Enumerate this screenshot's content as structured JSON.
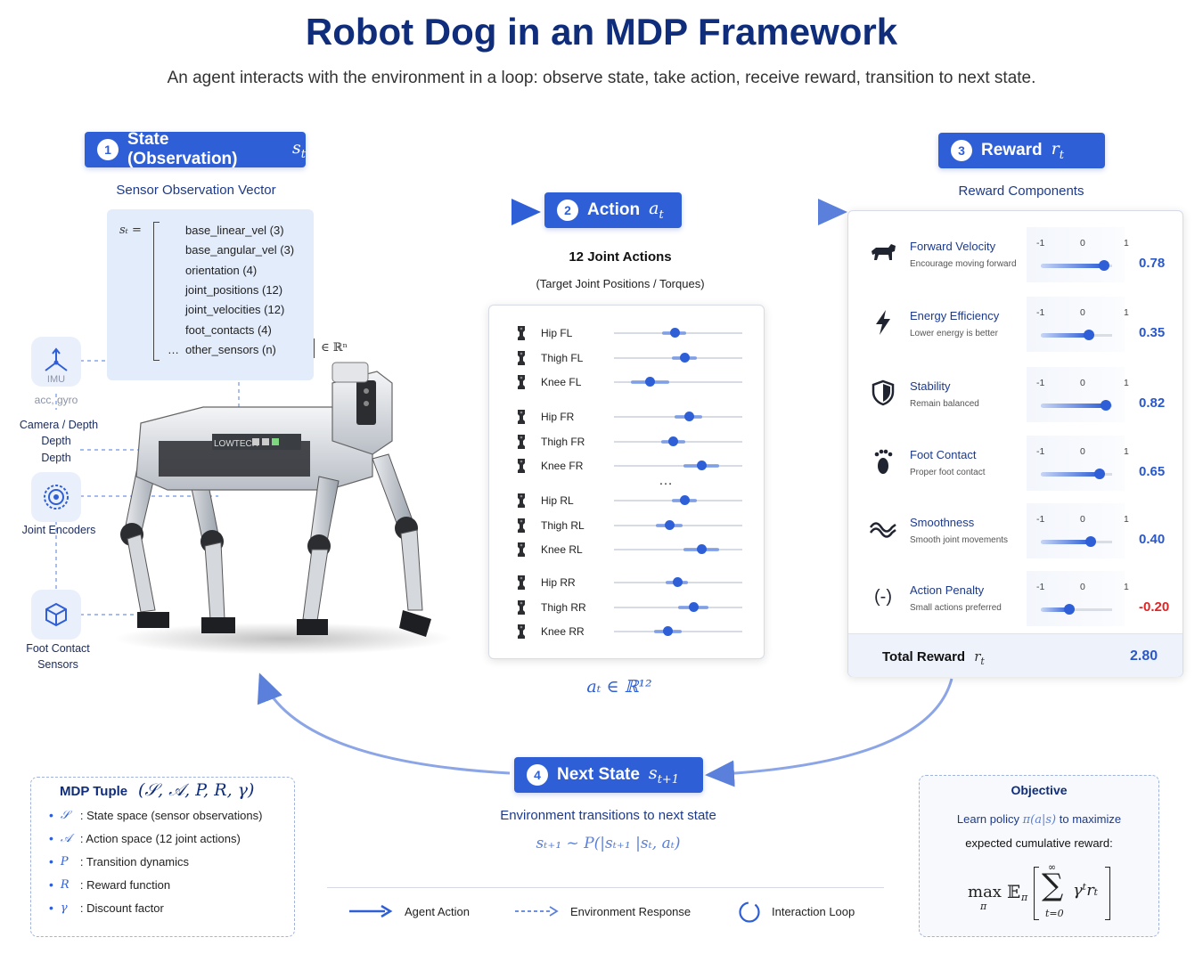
{
  "title": "Robot Dog in an MDP Framework",
  "subtitle": "An agent interacts with the environment in a loop: observe state, take action, receive reward, transition to next state.",
  "state": {
    "badge_num": "1",
    "badge_label": "State (Observation)",
    "badge_sym": "s",
    "badge_sub": "t",
    "section_label": "Sensor Observation Vector",
    "lhs": "sₜ =",
    "items": [
      "base_linear_vel (3)",
      "base_angular_vel (3)",
      "orientation (4)",
      "joint_positions (12)",
      "joint_velocities (12)",
      "foot_contacts (4)",
      "other_sensors (n)"
    ],
    "dots": "…",
    "space": "∈ ℝⁿ"
  },
  "sensors": [
    {
      "label": "IMU",
      "sub": "acc, gyro",
      "icon": "imu-axes-icon"
    },
    {
      "label": "Camera / Depth",
      "sub": "Depth",
      "sub2": "Depth",
      "icon": "camera-icon"
    },
    {
      "label": "Joint Encoders",
      "icon": "encoder-gear-icon"
    },
    {
      "label": "Foot Contact",
      "label2": "Sensors",
      "icon": "foot-contact-cube-icon"
    }
  ],
  "action": {
    "badge_num": "2",
    "badge_label": "Action",
    "badge_sym": "a",
    "badge_sub": "t",
    "heading": "12 Joint Actions",
    "subheading": "(Target Joint Positions / Torques)",
    "ellipsis": "…",
    "space": "aₜ ∈ ℝ¹²",
    "joints": [
      {
        "name": "Hip FL",
        "value": 0.47,
        "group": 0
      },
      {
        "name": "Thigh FL",
        "value": 0.55,
        "group": 0
      },
      {
        "name": "Knee FL",
        "value": 0.28,
        "group": 0
      },
      {
        "name": "Hip FR",
        "value": 0.58,
        "group": 1
      },
      {
        "name": "Thigh FR",
        "value": 0.46,
        "group": 1
      },
      {
        "name": "Knee FR",
        "value": 0.68,
        "group": 1
      },
      {
        "name": "Hip RL",
        "value": 0.55,
        "group": 2
      },
      {
        "name": "Thigh RL",
        "value": 0.43,
        "group": 2
      },
      {
        "name": "Knee RL",
        "value": 0.68,
        "group": 2
      },
      {
        "name": "Hip RR",
        "value": 0.49,
        "group": 3
      },
      {
        "name": "Thigh RR",
        "value": 0.62,
        "group": 3
      },
      {
        "name": "Knee RR",
        "value": 0.42,
        "group": 3
      }
    ]
  },
  "reward": {
    "badge_num": "3",
    "badge_label": "Reward",
    "badge_sym": "r",
    "badge_sub": "t",
    "section_label": "Reward Components",
    "ticks": [
      "-1",
      "0",
      "1"
    ],
    "components": [
      {
        "name": "Forward Velocity",
        "desc": "Encourage moving forward",
        "value": 0.78,
        "value_text": "0.78",
        "icon": "dog-icon"
      },
      {
        "name": "Energy Efficiency",
        "desc": "Lower energy is better",
        "value": 0.35,
        "value_text": "0.35",
        "icon": "lightning-icon"
      },
      {
        "name": "Stability",
        "desc": "Remain balanced",
        "value": 0.82,
        "value_text": "0.82",
        "icon": "shield-icon"
      },
      {
        "name": "Foot Contact",
        "desc": "Proper foot contact",
        "value": 0.65,
        "value_text": "0.65",
        "icon": "footprint-icon"
      },
      {
        "name": "Smoothness",
        "desc": "Smooth joint movements",
        "value": 0.4,
        "value_text": "0.40",
        "icon": "wave-icon"
      },
      {
        "name": "Action Penalty",
        "desc": "Small actions preferred",
        "value": -0.2,
        "value_text": "-0.20",
        "icon": "minus-paren-icon",
        "icon_text": "(-)"
      }
    ],
    "total_label": "Total Reward",
    "total_sym": "r",
    "total_sub": "t",
    "total_value": "2.80",
    "colors": {
      "positive": "#2a58c9",
      "negative": "#e02424"
    }
  },
  "next_state": {
    "badge_num": "4",
    "badge_label": "Next State",
    "badge_sym": "s",
    "badge_sub": "t+1",
    "desc": "Environment transitions to next state",
    "formula": "sₜ₊₁ ~ P(|sₜ₊₁ |sₜ, aₜ)"
  },
  "mdp": {
    "title": "MDP Tuple",
    "tuple": "(𝒮, 𝒜, P, R, γ)",
    "items": [
      {
        "sym": "𝒮",
        "text": ": State space (sensor observations)"
      },
      {
        "sym": "𝒜",
        "text": ": Action space (12 joint actions)"
      },
      {
        "sym": "P",
        "text": ": Transition dynamics"
      },
      {
        "sym": "R",
        "text": ": Reward function"
      },
      {
        "sym": "γ",
        "text": ": Discount factor"
      }
    ]
  },
  "objective": {
    "title": "Objective",
    "line1_a": "Learn policy",
    "line1_sym": "π(a|s)",
    "line1_b": "to maximize",
    "line2": "expected cumulative reward:",
    "max": "max",
    "max_sub": "π",
    "expect": "𝔼",
    "expect_sub": "π",
    "sum": "∑",
    "sum_top": "∞",
    "sum_bottom": "t=0",
    "term": "γᵗrₜ"
  },
  "legend": [
    {
      "label": "Agent Action",
      "style": "solid"
    },
    {
      "label": "Environment Response",
      "style": "dashed"
    },
    {
      "label": "Interaction Loop",
      "style": "circle"
    }
  ],
  "robot": {
    "brand": "LOWTECH"
  },
  "colors": {
    "accent": "#2f5fd6",
    "title": "#0f2d7a",
    "panel_bg": "#e3ecfb"
  }
}
